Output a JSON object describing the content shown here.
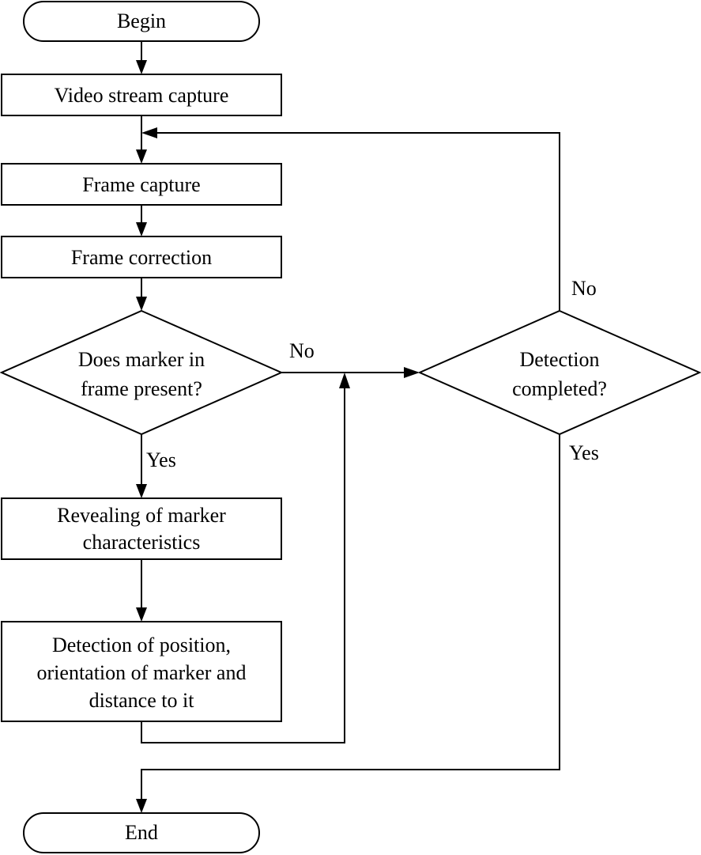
{
  "nodes": {
    "begin": "Begin",
    "video_stream_capture": "Video stream capture",
    "frame_capture": "Frame capture",
    "frame_correction": "Frame correction",
    "marker_present": [
      "Does marker in",
      "frame present?"
    ],
    "revealing_characteristics": [
      "Revealing of marker",
      "characteristics"
    ],
    "detection_position": [
      "Detection of position,",
      "orientation of marker and",
      "distance to it"
    ],
    "detection_completed": [
      "Detection",
      "completed?"
    ],
    "end": "End"
  },
  "edge_labels": {
    "marker_no": "No",
    "marker_yes": "Yes",
    "completed_no": "No",
    "completed_yes": "Yes"
  }
}
